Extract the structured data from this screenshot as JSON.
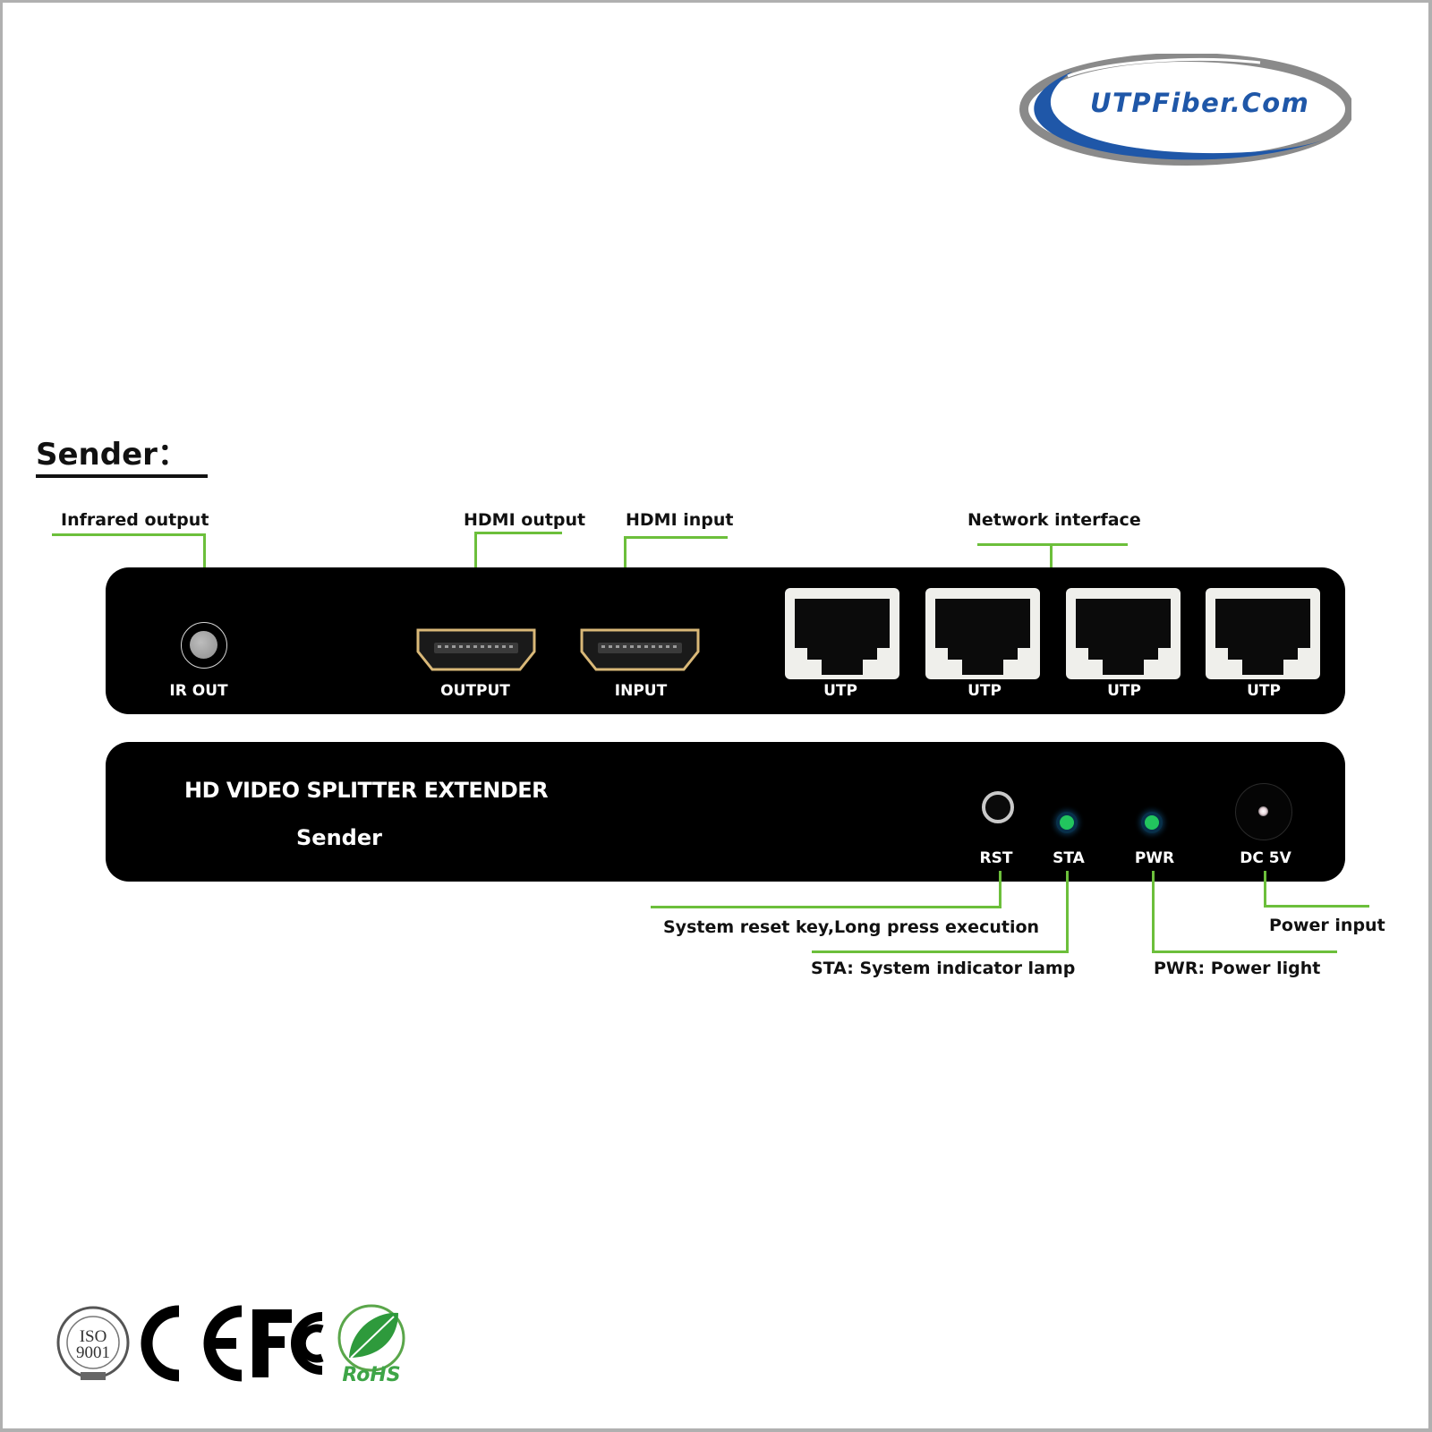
{
  "brand": {
    "logo_text": "UTPFiber.Com",
    "colors": {
      "blue": "#1f57a8",
      "gray": "#8a8a8a"
    }
  },
  "section": {
    "title": "Sender："
  },
  "top_callouts": {
    "infrared_output": "Infrared output",
    "hdmi_output": "HDMI output",
    "hdmi_input": "HDMI input",
    "network_interface": "Network interface"
  },
  "top_panel": {
    "ports": [
      {
        "id": "ir-out",
        "label": "IR OUT"
      },
      {
        "id": "hdmi-output",
        "label": "OUTPUT"
      },
      {
        "id": "hdmi-input",
        "label": "INPUT"
      },
      {
        "id": "utp-1",
        "label": "UTP"
      },
      {
        "id": "utp-2",
        "label": "UTP"
      },
      {
        "id": "utp-3",
        "label": "UTP"
      },
      {
        "id": "utp-4",
        "label": "UTP"
      }
    ]
  },
  "bottom_panel": {
    "title": "HD VIDEO SPLITTER EXTENDER",
    "subtitle": "Sender",
    "controls": [
      {
        "id": "rst",
        "label": "RST"
      },
      {
        "id": "sta",
        "label": "STA"
      },
      {
        "id": "pwr",
        "label": "PWR"
      },
      {
        "id": "dc",
        "label": "DC 5V"
      }
    ]
  },
  "bottom_callouts": {
    "reset": "System reset key,Long press execution",
    "sta": "STA: System indicator lamp",
    "pwr": "PWR: Power light",
    "power_input": "Power input"
  },
  "certifications": [
    "ISO 9001",
    "CE",
    "FC",
    "RoHS"
  ],
  "accent_colors": {
    "callout_line": "#6cbf3b",
    "led": "#22c55e"
  }
}
